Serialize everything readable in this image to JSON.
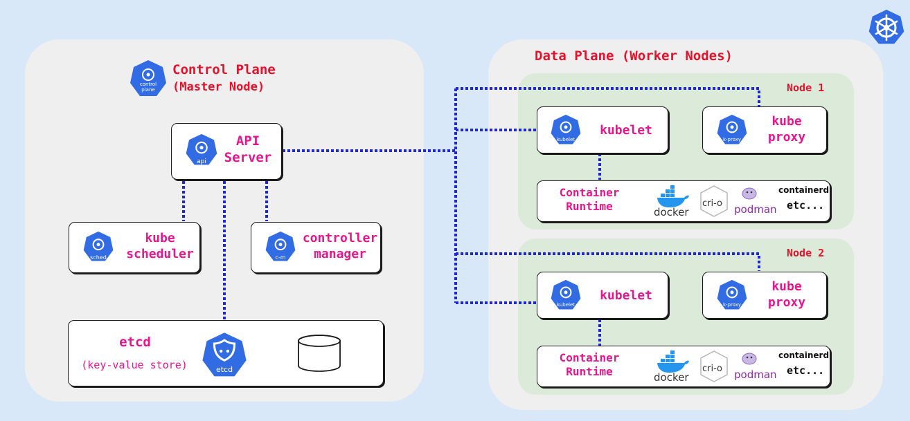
{
  "control_plane": {
    "title_line1": "Control Plane",
    "title_line2": "(Master Node)",
    "icon_label_1": "control",
    "icon_label_2": "plane"
  },
  "api_server": {
    "label_line1": "API",
    "label_line2": "Server",
    "icon_label": "api"
  },
  "scheduler": {
    "label_line1": "kube",
    "label_line2": "scheduler",
    "icon_label": "sched"
  },
  "controller_manager": {
    "label_line1": "controller",
    "label_line2": "manager",
    "icon_label": "c-m"
  },
  "etcd": {
    "label": "etcd",
    "sublabel": "(key-value store)",
    "icon_label": "etcd"
  },
  "data_plane": {
    "title": "Data Plane (Worker Nodes)"
  },
  "nodes": [
    {
      "name": "Node 1",
      "kubelet": {
        "label": "kubelet",
        "icon_label": "kubelet"
      },
      "kube_proxy": {
        "label_line1": "kube",
        "label_line2": "proxy",
        "icon_label": "k-proxy"
      },
      "runtime": {
        "label_line1": "Container",
        "label_line2": "Runtime",
        "logos": [
          "docker",
          "cri-o",
          "podman",
          "containerd"
        ],
        "etc": "etc..."
      }
    },
    {
      "name": "Node 2",
      "kubelet": {
        "label": "kubelet",
        "icon_label": "kubelet"
      },
      "kube_proxy": {
        "label_line1": "kube",
        "label_line2": "proxy",
        "icon_label": "k-proxy"
      },
      "runtime": {
        "label_line1": "Container",
        "label_line2": "Runtime",
        "logos": [
          "docker",
          "cri-o",
          "podman",
          "containerd"
        ],
        "etc": "etc..."
      }
    }
  ],
  "colors": {
    "background": "#d9e8f8",
    "region": "#efefef",
    "node_area": "#dcebd9",
    "k8s_blue": "#326ce5",
    "title_red": "#e8102a",
    "label_pink": "#e8158c",
    "connector": "#1f26d6"
  },
  "icons": {
    "corner": "kubernetes-helm-icon",
    "component": "kubernetes-heptagon-icon",
    "storage": "database-cylinder-icon"
  }
}
